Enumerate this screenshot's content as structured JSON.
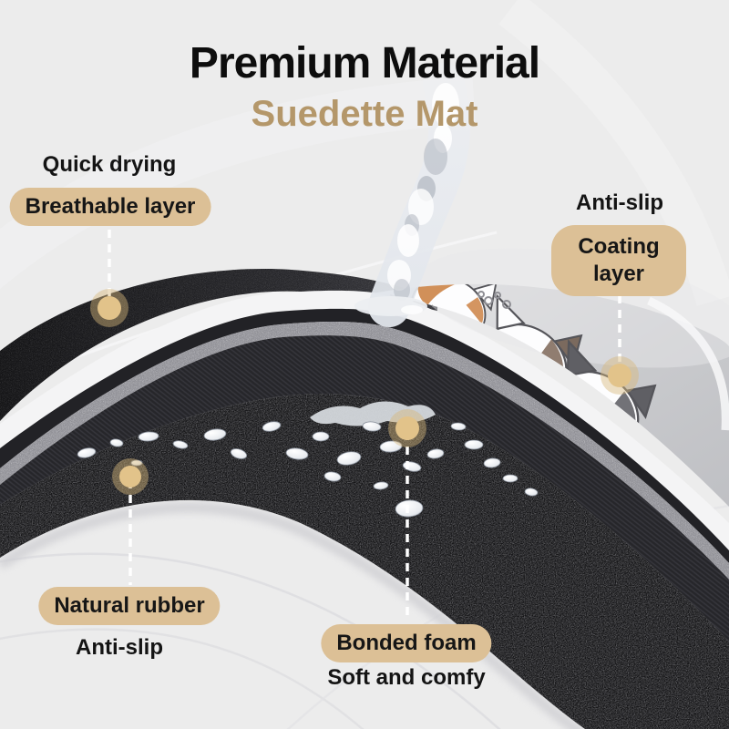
{
  "page": {
    "title": "Premium Material",
    "subtitle": "Suedette Mat"
  },
  "callouts": {
    "breathable": {
      "tag": "Quick drying",
      "label": "Breathable layer"
    },
    "coating": {
      "tag": "Anti-slip",
      "label": "Coating layer"
    },
    "rubber": {
      "label": "Natural rubber",
      "tag": "Anti-slip"
    },
    "foam": {
      "label": "Bonded foam",
      "tag": "Soft and comfy"
    }
  },
  "colors": {
    "background": "#ececec",
    "pill": "#dcc096",
    "subtitle_text": "#b4976a",
    "heading_text": "#0d0d0d",
    "callout_dot": "#dcbd83",
    "mat_surface": "#cbccce",
    "mat_dark_layer": "#1a1a1d",
    "print_pink": "#e0948c",
    "print_orange": "#cf8a50"
  },
  "illustration": {
    "subject": "layered-mat-cutaway",
    "elements": [
      "water-stream",
      "water-droplets",
      "cat-print",
      "foam-texture",
      "rubber-texture"
    ]
  }
}
